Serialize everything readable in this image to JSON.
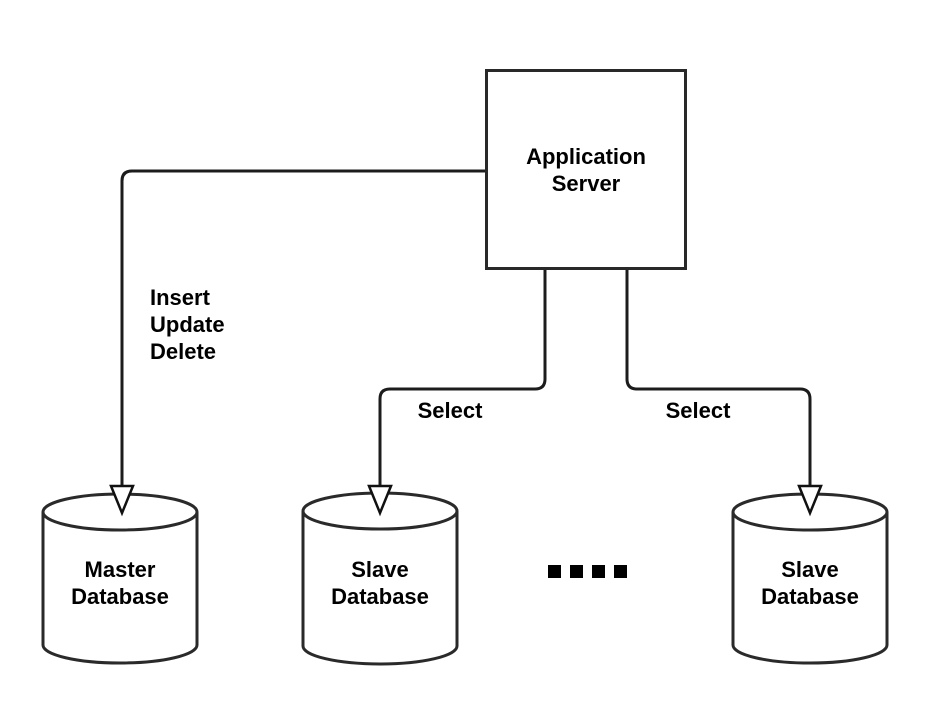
{
  "nodes": {
    "app_server": {
      "line1": "Application",
      "line2": "Server"
    },
    "master_db": {
      "line1": "Master",
      "line2": "Database"
    },
    "slave_db_left": {
      "line1": "Slave",
      "line2": "Database"
    },
    "slave_db_right": {
      "line1": "Slave",
      "line2": "Database"
    }
  },
  "edge_labels": {
    "master_ops": {
      "line1": "Insert",
      "line2": "Update",
      "line3": "Delete"
    },
    "select_left": "Select",
    "select_right": "Select"
  },
  "icons": {
    "more_slaves_dots": "four-black-squares-ellipsis",
    "arrowheads": "hollow-triangle-down"
  },
  "colors": {
    "background": "#ffffff",
    "connector_stroke": "#1c1c1c",
    "shape_stroke": "#2a2a2a",
    "box_border": "#292929",
    "text": "#000000"
  }
}
